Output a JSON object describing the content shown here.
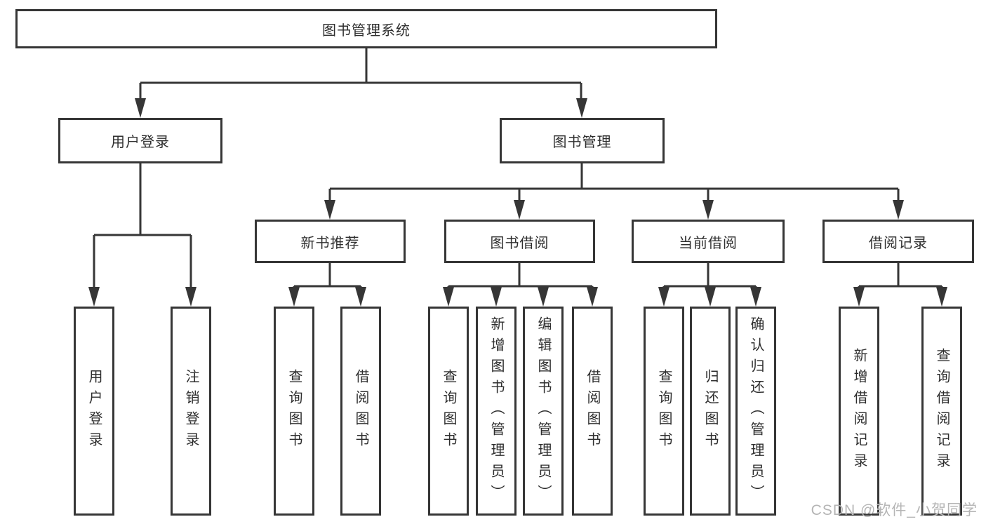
{
  "diagram": {
    "title": "图书管理系统",
    "root": {
      "label": "图书管理系统"
    },
    "branches": [
      {
        "label": "用户登录",
        "children": [
          {
            "label": "用户登录"
          },
          {
            "label": "注销登录"
          }
        ]
      },
      {
        "label": "图书管理",
        "children": [
          {
            "label": "新书推荐",
            "children": [
              {
                "label": "查询图书"
              },
              {
                "label": "借阅图书"
              }
            ]
          },
          {
            "label": "图书借阅",
            "children": [
              {
                "label": "查询图书"
              },
              {
                "label": "新增图书（管理员）"
              },
              {
                "label": "编辑图书（管理员）"
              },
              {
                "label": "借阅图书"
              }
            ]
          },
          {
            "label": "当前借阅",
            "children": [
              {
                "label": "查询图书"
              },
              {
                "label": "归还图书"
              },
              {
                "label": "确认归还（管理员）"
              }
            ]
          },
          {
            "label": "借阅记录",
            "children": [
              {
                "label": "新增借阅记录"
              },
              {
                "label": "查询借阅记录"
              }
            ]
          }
        ]
      }
    ]
  },
  "watermark": {
    "text": "CSDN @软件_小贺同学"
  },
  "colors": {
    "line": "#363636",
    "box_border": "#363636",
    "text": "#2e2e2e",
    "watermark": "#b5b5b5",
    "background": "#ffffff"
  }
}
